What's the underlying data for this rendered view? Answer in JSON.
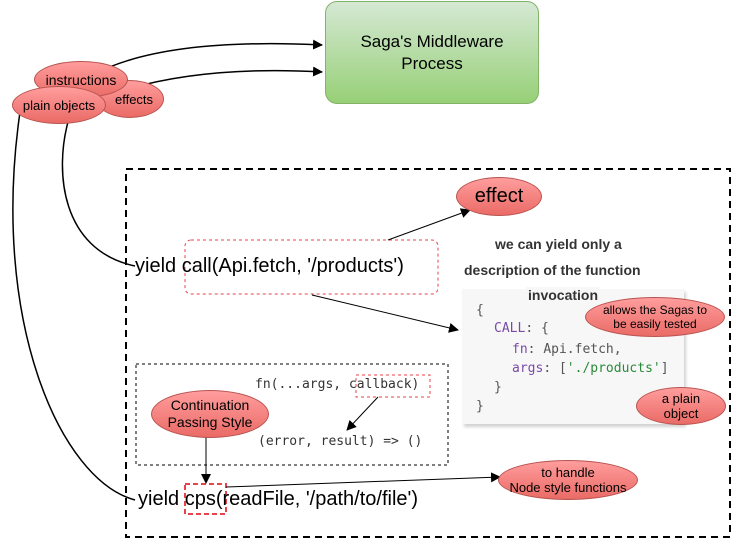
{
  "process": {
    "line1": "Saga's Middleware",
    "line2": "Process"
  },
  "labels": {
    "instructions": "instructions",
    "effects": "effects",
    "plain_objects": "plain objects",
    "effect": "effect",
    "cps_style_line1": "Continuation",
    "cps_style_line2": "Passing Style",
    "allows_line1": "allows the Sagas to",
    "allows_line2": "be easily tested",
    "plain_object_line1": "a plain",
    "plain_object_line2": "object",
    "node_line1": "to handle",
    "node_line2": "Node style functions"
  },
  "yield_call": {
    "keyword": "yield ",
    "expr": "call(Api.fetch, '/products')"
  },
  "yield_cps": {
    "keyword": "yield ",
    "fn": "cps",
    "args": "(readFile, '/path/to/file')"
  },
  "description": {
    "line1": "we can yield only a",
    "line2": "description of the function",
    "line3": "invocation"
  },
  "code": {
    "open": "{",
    "call_key": "CALL",
    "fn_key": "fn",
    "fn_val": "Api.fetch",
    "args_key": "args",
    "args_val": "'./products'",
    "close_inner": "}",
    "close_outer": "}"
  },
  "cps_snippet": {
    "fn_sig_prefix": "fn(...args, ",
    "callback": "callback",
    "fn_sig_suffix": ")",
    "result": "(error, result) => ()"
  },
  "colors": {
    "bubble_fill": "#ea6b66",
    "bubble_stroke": "#b85450",
    "process_fill": "#97d077",
    "process_stroke": "#82b366",
    "dashed_red": "#e8434a"
  }
}
